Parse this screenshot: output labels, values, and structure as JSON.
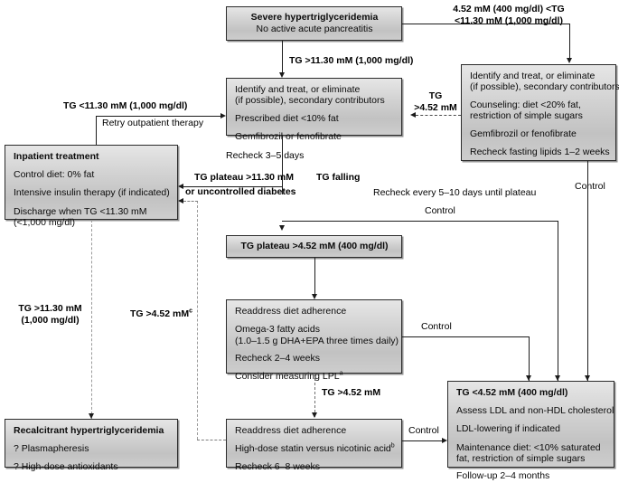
{
  "diagram": {
    "title": "Management algorithm for severe hypertriglyceridemia",
    "type": "clinical-flowchart"
  },
  "boxes": {
    "severe_htg": {
      "name": "severe-hypertriglyceridemia",
      "line1": "Severe hypertriglyceridemia",
      "line2": "No active acute pancreatitis"
    },
    "identify_left": {
      "name": "identify-treat-secondary-contributors",
      "line1": "Identify and treat, or eliminate",
      "line2": "(if possible), secondary contributors",
      "line3": "Prescribed diet <10% fat",
      "line4": "Gemfibrozil or fenofibrate"
    },
    "identify_right": {
      "name": "identify-treat-counseling",
      "line1": "Identify and treat, or eliminate",
      "line2": "(if possible), secondary contributors",
      "line3": "Counseling: diet <20% fat,",
      "line4": "restriction of simple sugars",
      "line5": "Gemfibrozil or fenofibrate",
      "line6": "Recheck fasting lipids 1–2 weeks"
    },
    "inpatient": {
      "name": "inpatient-treatment",
      "line1": "Inpatient treatment",
      "line2": "Control diet: 0% fat",
      "line3": "Intensive insulin therapy (if indicated)",
      "line4": "Discharge when TG <11.30 mM",
      "line5": "(<1,000 mg/dl)"
    },
    "tg_plateau": {
      "name": "tg-plateau-452",
      "line1": "TG plateau >4.52 mM (400 mg/dl)"
    },
    "readdress_omega": {
      "name": "readdress-diet-omega3",
      "line1": "Readdress diet adherence",
      "line2": "Omega-3 fatty acids",
      "line3": "(1.0–1.5 g DHA+EPA three times daily)",
      "line4": "Recheck 2–4 weeks",
      "line5": "Consider measuring LPL",
      "line5_sup": "a"
    },
    "readdress_statin": {
      "name": "readdress-diet-statin",
      "line1": "Readdress diet adherence",
      "line2": "High-dose statin versus nicotinic acid",
      "line2_sup": "b",
      "line3": "Recheck 6–8 weeks"
    },
    "tg_goal": {
      "name": "tg-below-452-goal",
      "line1": "TG <4.52 mM (400 mg/dl)",
      "line2": "Assess LDL and non-HDL cholesterol",
      "line3": "LDL-lowering if indicated",
      "line4": "Maintenance diet: <10% saturated",
      "line5": "fat, restriction of simple sugars",
      "line6": "Follow-up 2–4 months"
    },
    "recalcitrant": {
      "name": "recalcitrant-hypertriglyceridemia",
      "line1": "Recalcitrant hypertriglyceridemia",
      "line2": "? Plasmapheresis",
      "line3": "? High-dose antioxidants"
    }
  },
  "labels": {
    "top_right_range_l1": "4.52 mM (400 mg/dl) <TG",
    "top_right_range_l2": "<11.30 mM (1,000 mg/dl)",
    "tg_gt_1130": "TG >11.30 mM (1,000 mg/dl)",
    "tg_lt_1130_l1": "TG <11.30 mM (1,000 mg/dl)",
    "retry_outpatient": "Retry outpatient therapy",
    "tg_gt_452_right_l1": "TG",
    "tg_gt_452_right_l2": ">4.52 mM",
    "recheck_3_5_days": "Recheck 3–5 days",
    "tg_plateau_l1": "TG plateau >11.30 mM",
    "tg_plateau_l2": "or uncontrolled diabetes",
    "tg_falling": "TG falling",
    "recheck_5_10": "Recheck every 5–10 days until plateau",
    "control_top": "Control",
    "control_right_col": "Control",
    "control_mid": "Control",
    "control_bottom": "Control",
    "tg_gt_1130_left_l1": "TG >11.30 mM",
    "tg_gt_1130_left_l2": "(1,000 mg/dl)",
    "tg_gt_452_left": "TG >4.52 mM",
    "tg_gt_452_left_sup": "c",
    "tg_gt_452_mid": "TG >4.52 mM"
  },
  "colors": {
    "box_fill_top": "#e6e6e6",
    "box_fill_bottom": "#c2c2c2",
    "box_border": "#2b2b2b",
    "line": "#1b1b1b",
    "dashed": "#8a8a8a",
    "text": "#000000",
    "page_bg": "#ffffff"
  }
}
